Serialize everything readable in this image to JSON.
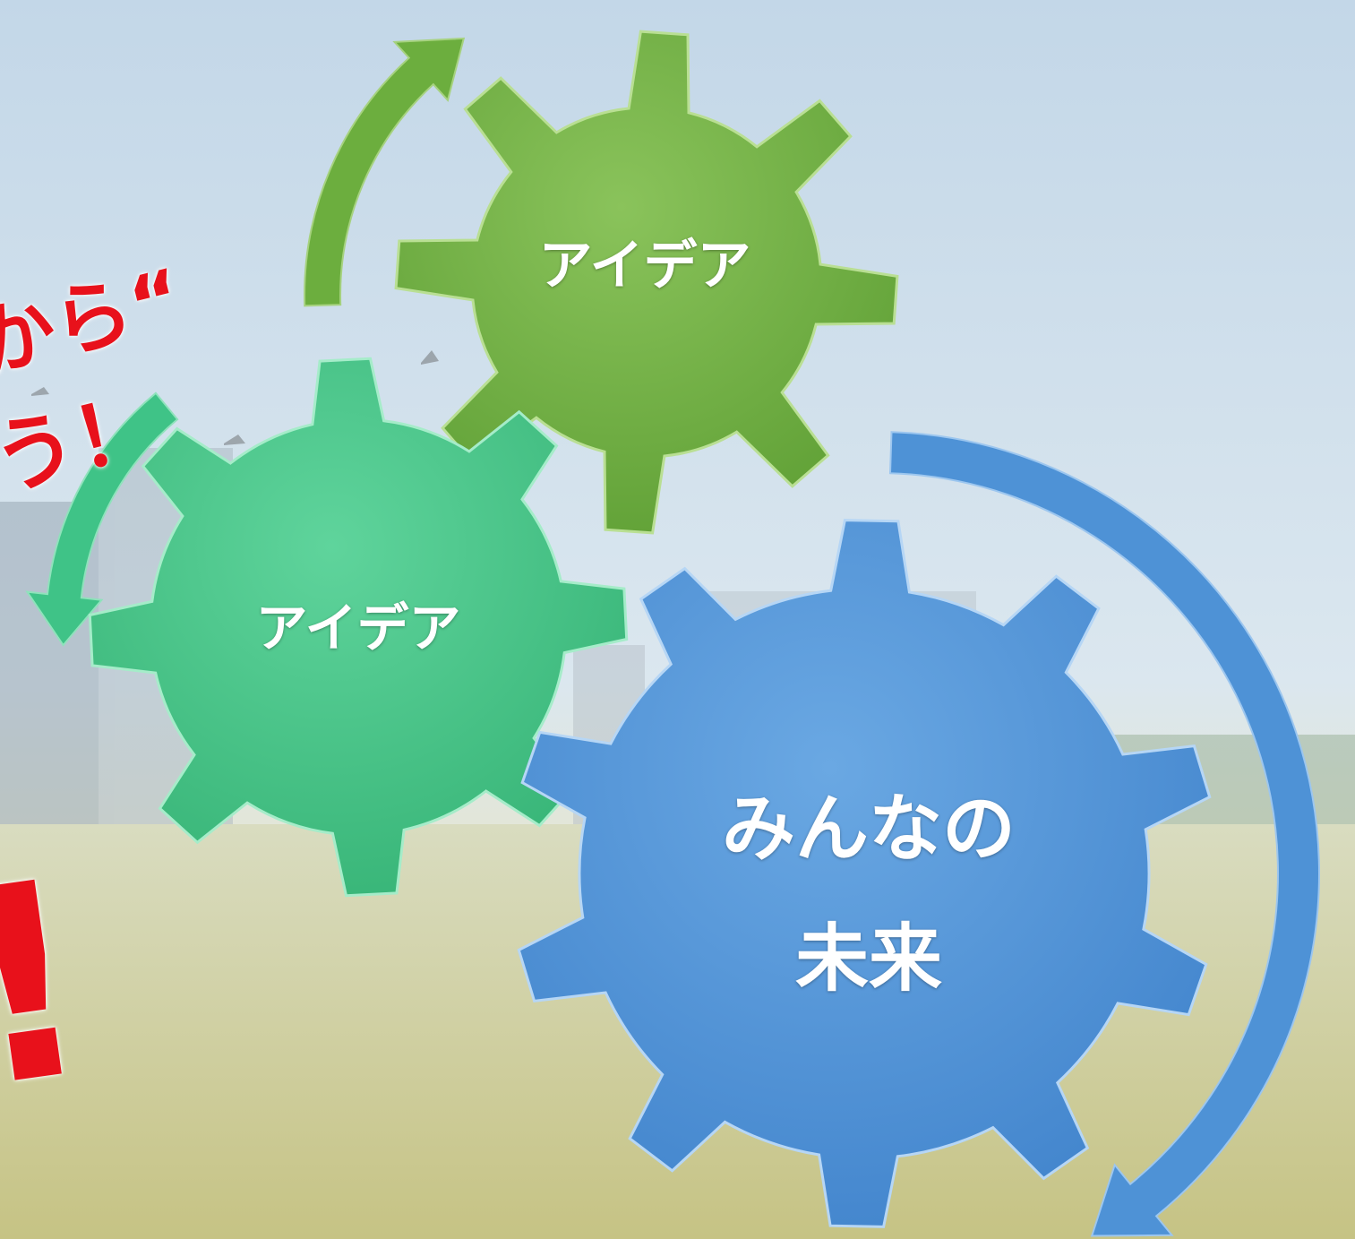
{
  "gears": {
    "top": {
      "label": "アイデア",
      "color": "#6cae3e"
    },
    "left": {
      "label": "アイデア",
      "color": "#3fc387"
    },
    "main": {
      "line1": "みんなの",
      "line2": "未来",
      "color": "#4e92d6"
    }
  },
  "tagline": {
    "line1": "から“",
    "line2": "う！",
    "color": "#e8111b"
  },
  "colors": {
    "sky": "#c8dbe9",
    "field": "#c9c98a",
    "arrow_green": "#6cae3e",
    "arrow_teal": "#3fc387",
    "arrow_blue": "#4e92d6"
  }
}
